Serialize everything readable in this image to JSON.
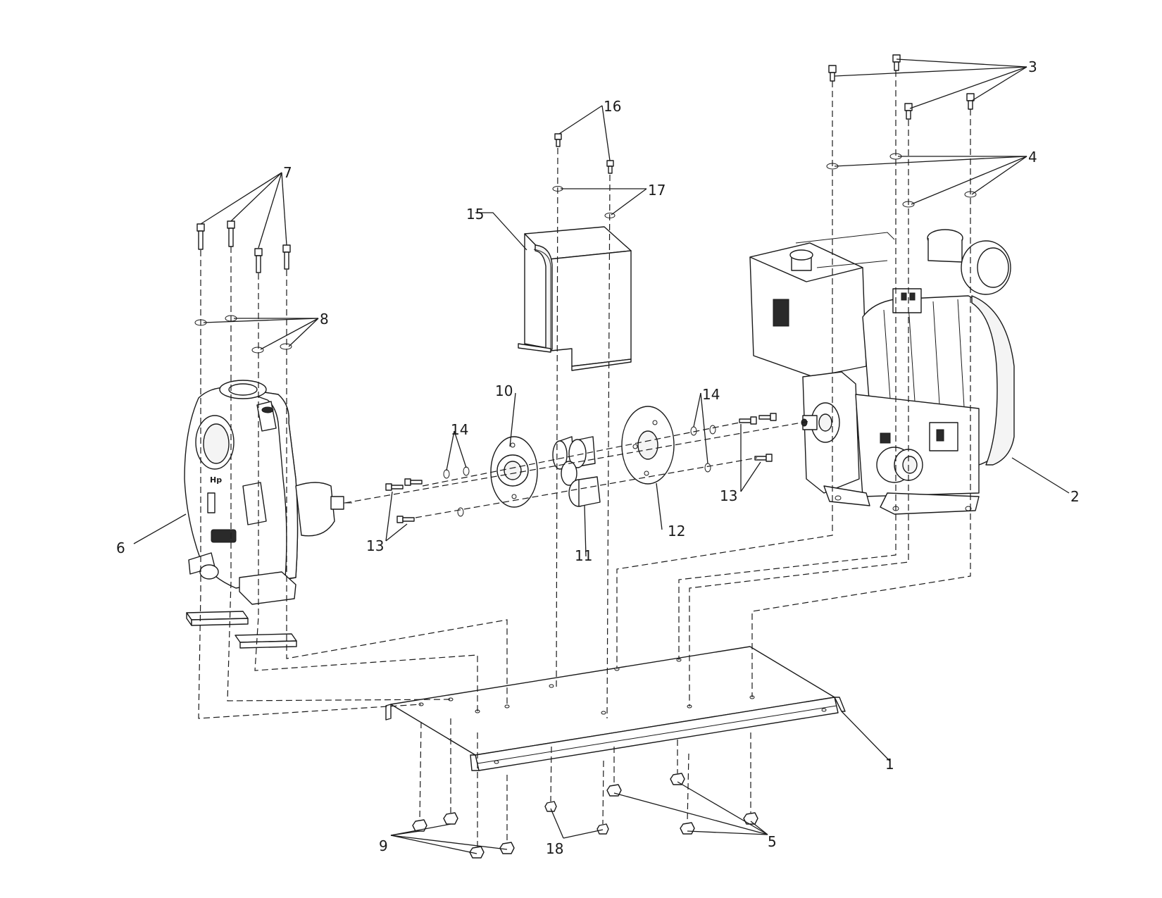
{
  "diagram": {
    "callouts": [
      {
        "id": "c1",
        "label": "1"
      },
      {
        "id": "c2",
        "label": "2"
      },
      {
        "id": "c3",
        "label": "3"
      },
      {
        "id": "c4",
        "label": "4"
      },
      {
        "id": "c5",
        "label": "5"
      },
      {
        "id": "c6",
        "label": "6"
      },
      {
        "id": "c7",
        "label": "7"
      },
      {
        "id": "c8",
        "label": "8"
      },
      {
        "id": "c9",
        "label": "9"
      },
      {
        "id": "c10",
        "label": "10"
      },
      {
        "id": "c11",
        "label": "11"
      },
      {
        "id": "c12",
        "label": "12"
      },
      {
        "id": "c13a",
        "label": "13"
      },
      {
        "id": "c13b",
        "label": "13"
      },
      {
        "id": "c14a",
        "label": "14"
      },
      {
        "id": "c14b",
        "label": "14"
      },
      {
        "id": "c15",
        "label": "15"
      },
      {
        "id": "c16",
        "label": "16"
      },
      {
        "id": "c17",
        "label": "17"
      },
      {
        "id": "c18",
        "label": "18"
      }
    ]
  },
  "colors": {
    "line": "#1a1a1a",
    "background": "#ffffff"
  }
}
